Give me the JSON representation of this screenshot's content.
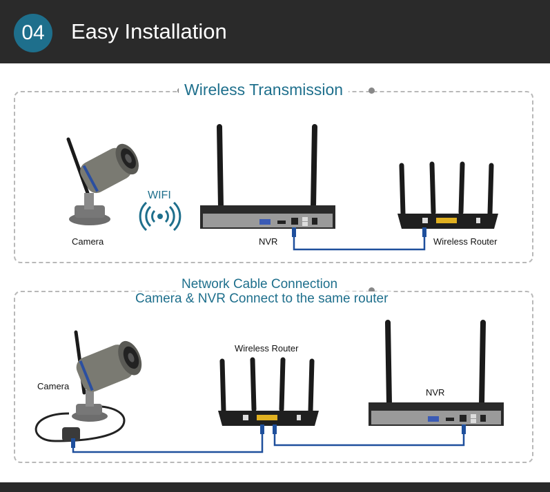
{
  "header": {
    "number": "04",
    "title": "Easy Installation"
  },
  "section1": {
    "title": "Wireless Transmission",
    "camera_label": "Camera",
    "wifi_label": "WIFI",
    "nvr_label": "NVR",
    "router_label": "Wireless Router"
  },
  "section2": {
    "title": "Network Cable Connection",
    "subtitle": "Camera & NVR Connect to the same router",
    "camera_label": "Camera",
    "router_label": "Wireless Router",
    "nvr_label": "NVR"
  },
  "colors": {
    "accent": "#1e6f8c",
    "header_bg": "#2a2a2a",
    "cable": "#1e4f9c"
  },
  "icons": [
    "camera-icon",
    "wifi-signal-icon",
    "nvr-device-icon",
    "router-icon",
    "network-cable-icon"
  ]
}
